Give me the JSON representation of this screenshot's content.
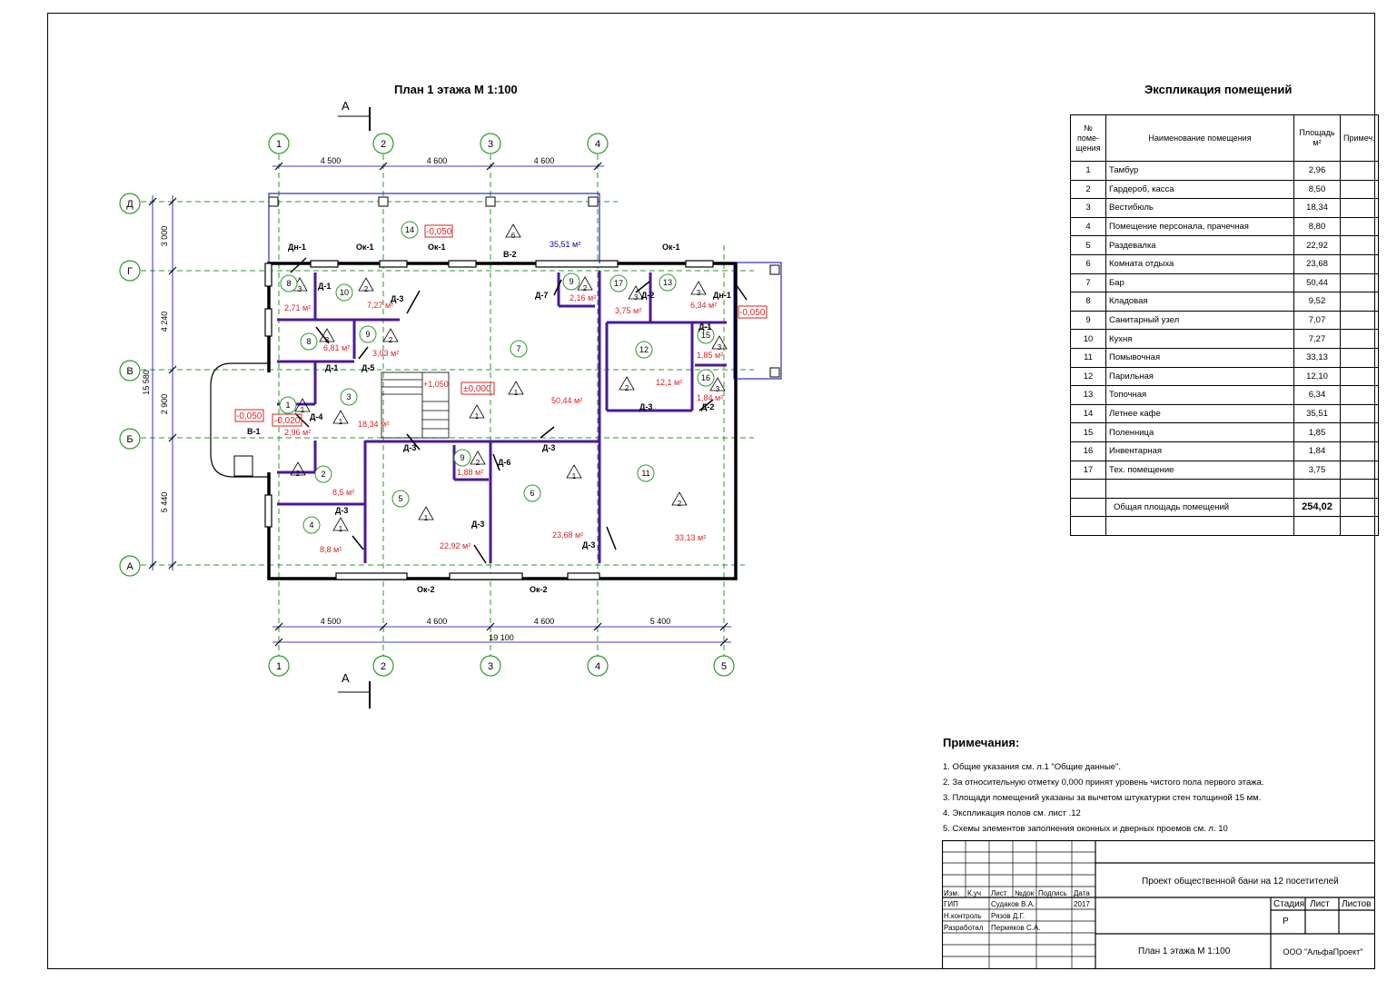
{
  "plan_title": "План 1 этажа М 1:100",
  "section_mark": "А",
  "axes_top": [
    "1",
    "2",
    "3",
    "4"
  ],
  "axes_bottom": [
    "1",
    "2",
    "3",
    "4",
    "5"
  ],
  "axes_left": [
    "Д",
    "Г",
    "В",
    "Б",
    "А"
  ],
  "dims_top": [
    "4 500",
    "4 600",
    "4 600"
  ],
  "dims_bottom": [
    "4 500",
    "4 600",
    "4 600",
    "5 400"
  ],
  "dim_total": "19 100",
  "dims_left": [
    "3 000",
    "4 240",
    "2 900",
    "5 440"
  ],
  "dim_left_total": "15 580",
  "plan_labels": {
    "doors": [
      "Дн-1",
      "Ок-1",
      "Ок-1",
      "В-2",
      "Ок-1",
      "Д-1",
      "Д-3",
      "Д-7",
      "Д-2",
      "Дн-1",
      "Д-1",
      "Д-1",
      "Д-5",
      "Д-4",
      "В-1",
      "Д-3",
      "Д-3",
      "Д-3",
      "Д-2",
      "Д-6",
      "Д-3",
      "Д-3",
      "Д-3",
      "Ок-2",
      "Ок-2"
    ],
    "rooms": [
      "8",
      "10",
      "14",
      "9",
      "17",
      "13",
      "8",
      "9",
      "15",
      "12",
      "16",
      "1",
      "3",
      "7",
      "2",
      "9",
      "5",
      "6",
      "11",
      "4"
    ],
    "floor_types": [
      "3",
      "2",
      "6",
      "2",
      "3",
      "3",
      "3",
      "2",
      "3",
      "2",
      "3",
      "1",
      "1",
      "1",
      "2",
      "2",
      "1",
      "1",
      "1",
      "2",
      "1"
    ],
    "areas": [
      "35,51 м²",
      "2,71 м²",
      "7,27 м²",
      "2,16 м²",
      "3,75 м²",
      "6,34 м²",
      "6,81 м²",
      "3,03 м²",
      "1,85 м²",
      "12,1 м²",
      "1,84 м²",
      "50,44 м²",
      "18,34 м²",
      "2,96 м²",
      "1,88 м²",
      "8,5 м²",
      "8,8 м²",
      "22,92 м²",
      "23,68 м²",
      "33,13 м²"
    ],
    "levels": [
      "-0,050",
      "-0,050",
      "-0,050",
      "-0,020",
      "+1,050",
      "±0,000"
    ]
  },
  "explication": {
    "title": "Экспликация помещений",
    "headers": [
      "№ поме- щения",
      "Наименование помещения",
      "Площадь м²",
      "Примеч."
    ],
    "rows": [
      [
        "1",
        "Тамбур",
        "2,96"
      ],
      [
        "2",
        "Гардероб, касса",
        "8,50"
      ],
      [
        "3",
        "Вестибюль",
        "18,34"
      ],
      [
        "4",
        "Помещение персонала, прачечная",
        "8,80"
      ],
      [
        "5",
        "Раздевалка",
        "22,92"
      ],
      [
        "6",
        "Комната отдыха",
        "23,68"
      ],
      [
        "7",
        "Бар",
        "50,44"
      ],
      [
        "8",
        "Кладовая",
        "9,52"
      ],
      [
        "9",
        "Санитарный узел",
        "7,07"
      ],
      [
        "10",
        "Кухня",
        "7,27"
      ],
      [
        "11",
        "Помывочная",
        "33,13"
      ],
      [
        "12",
        "Парильная",
        "12,10"
      ],
      [
        "13",
        "Топочная",
        "6,34"
      ],
      [
        "14",
        "Летнее кафе",
        "35,51"
      ],
      [
        "15",
        "Поленница",
        "1,85"
      ],
      [
        "16",
        "Инвентарная",
        "1,84"
      ],
      [
        "17",
        "Тех. помещение",
        "3,75"
      ]
    ],
    "total_label": "Общая площадь помещений",
    "total_value": "254,02"
  },
  "notes": {
    "title": "Примечания:",
    "items": [
      "1.  Общие указания см. л.1 \"Общие данные\".",
      "2.  За относительную отметку 0,000 принят уровень чистого пола первого этажа.",
      "3.  Площади помещений указаны за вычетом штукатурки стен толщиной 15 мм.",
      "4.  Экспликация полов см. лист .12",
      "5.  Схемы элементов заполнения оконных и дверных проемов см. л. 10"
    ]
  },
  "stamp": {
    "project": "Проект общественной бани на 12 посетителей",
    "sheet_name": "План 1 этажа М 1:100",
    "org": "ООО \"АльфаПроект\"",
    "col_headers": [
      "Изм.",
      "К.уч",
      "Лист",
      "№док",
      "Подпись",
      "Дата"
    ],
    "stage_headers": [
      "Стадия",
      "Лист",
      "Листов"
    ],
    "stage": "Р",
    "people": [
      {
        "role": "ГИП",
        "name": "Судаков В.А.",
        "date": "2017"
      },
      {
        "role": "Н.контроль",
        "name": "Рязов Д.Г.",
        "date": ""
      },
      {
        "role": "Разработал",
        "name": "Пермяков С.А.",
        "date": ""
      }
    ]
  }
}
